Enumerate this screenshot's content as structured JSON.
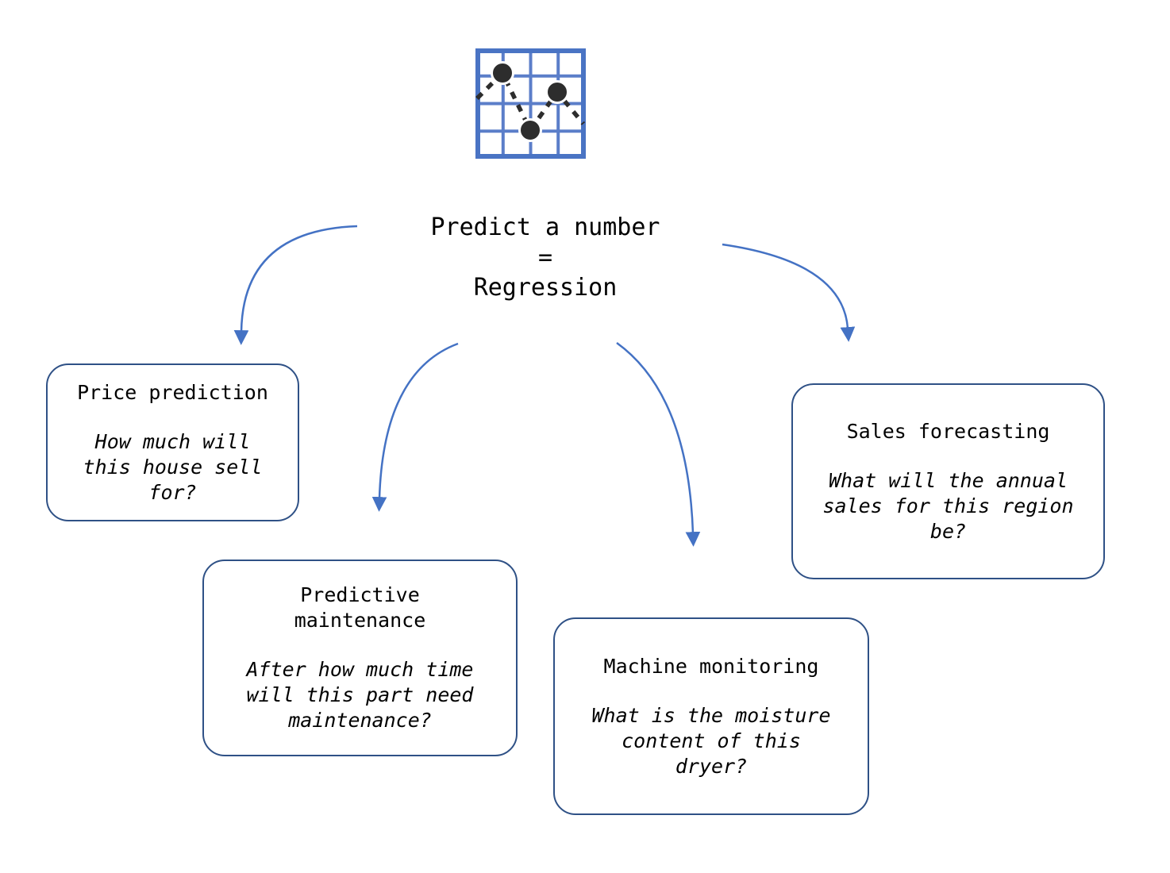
{
  "diagram": {
    "icon": "scatter-chart-icon",
    "root_node": {
      "text": "Predict a number\n=\nRegression"
    },
    "nodes": [
      {
        "id": "price-prediction",
        "title": "Price prediction",
        "question": "How much will this house sell for?"
      },
      {
        "id": "predictive-maintenance",
        "title": "Predictive maintenance",
        "question": "After how much time will this part need maintenance?"
      },
      {
        "id": "machine-monitoring",
        "title": "Machine monitoring",
        "question": "What is the moisture content of this dryer?"
      },
      {
        "id": "sales-forecasting",
        "title": "Sales forecasting",
        "question": "What will the annual sales for this region be?"
      }
    ]
  },
  "colors": {
    "arrow": "#4472C4",
    "box_border": "#2F5186",
    "icon_grid": "#5B7EC9",
    "icon_frame": "#4A74C4",
    "icon_dots": "#2D2D2D",
    "text": "#000000",
    "background": "#FFFFFF"
  }
}
